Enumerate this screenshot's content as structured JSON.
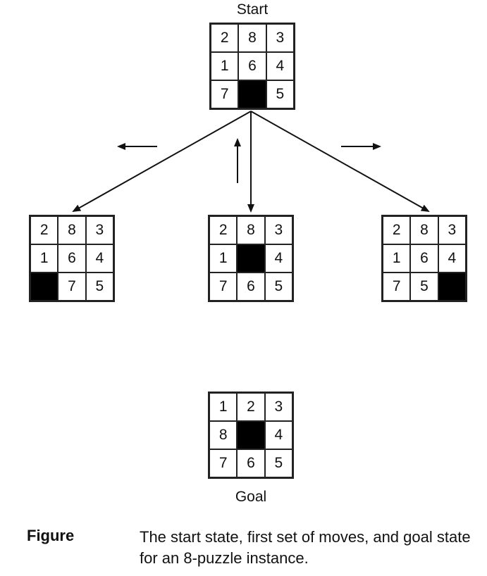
{
  "start_label": "Start",
  "goal_label": "Goal",
  "boards": {
    "start": [
      [
        "2",
        "8",
        "3"
      ],
      [
        "1",
        "6",
        "4"
      ],
      [
        "7",
        "",
        "5"
      ]
    ],
    "left": [
      [
        "2",
        "8",
        "3"
      ],
      [
        "1",
        "6",
        "4"
      ],
      [
        "",
        "7",
        "5"
      ]
    ],
    "up": [
      [
        "2",
        "8",
        "3"
      ],
      [
        "1",
        "",
        "4"
      ],
      [
        "7",
        "6",
        "5"
      ]
    ],
    "right": [
      [
        "2",
        "8",
        "3"
      ],
      [
        "1",
        "6",
        "4"
      ],
      [
        "7",
        "5",
        ""
      ]
    ],
    "goal": [
      [
        "1",
        "2",
        "3"
      ],
      [
        "8",
        "",
        "4"
      ],
      [
        "7",
        "6",
        "5"
      ]
    ]
  },
  "caption": {
    "tag": "Figure",
    "text": "The start state, first set of moves, and goal state for an 8-puzzle instance."
  }
}
